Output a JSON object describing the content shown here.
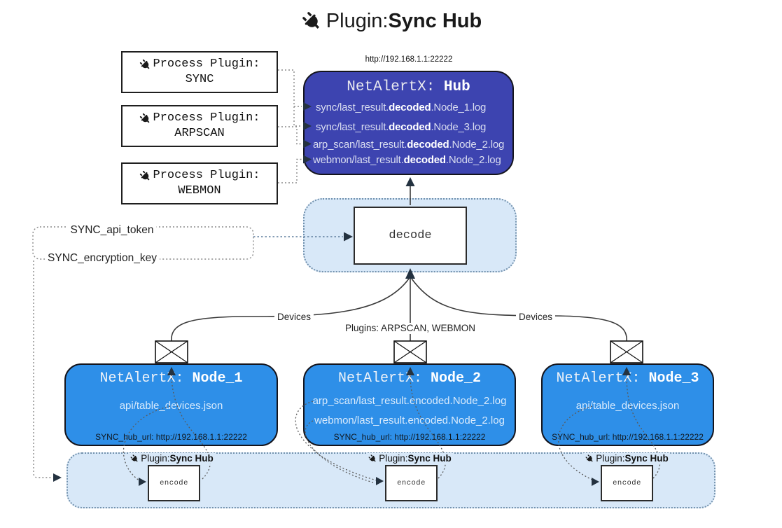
{
  "title": {
    "prefix": "Plugin: ",
    "name": "Sync Hub"
  },
  "process_plugins": {
    "items": [
      {
        "label": "Process Plugin:",
        "name": "SYNC"
      },
      {
        "label": "Process Plugin:",
        "name": "ARPSCAN"
      },
      {
        "label": "Process Plugin:",
        "name": "WEBMON"
      }
    ]
  },
  "hub": {
    "url_label": "http://192.168.1.1:22222",
    "title_prefix": "NetAlertX: ",
    "title_name": "Hub",
    "logs": [
      {
        "pre": "sync/last_result.",
        "bold": "decoded",
        "post": ".Node_1.log"
      },
      {
        "pre": "sync/last_result.",
        "bold": "decoded",
        "post": ".Node_3.log"
      },
      {
        "pre": "arp_scan/last_result.",
        "bold": "decoded",
        "post": ".Node_2.log"
      },
      {
        "pre": "webmon/last_result.",
        "bold": "decoded",
        "post": ".Node_2.log"
      }
    ]
  },
  "decode_panel": {
    "decode_label": "decode"
  },
  "config_labels": {
    "api_token": "SYNC_api_token",
    "encryption_key": "SYNC_encryption_key"
  },
  "edge_labels": {
    "devices_left": "Devices",
    "plugins_center": "Plugins: ARPSCAN, WEBMON",
    "devices_right": "Devices"
  },
  "nodes": [
    {
      "title_prefix": "NetAlertX: ",
      "title_name": "Node_1",
      "files": [
        "api/table_devices.json"
      ],
      "hub_url_label": "SYNC_hub_url: http://192.168.1.1:22222"
    },
    {
      "title_prefix": "NetAlertX: ",
      "title_name": "Node_2",
      "files": [
        "arp_scan/last_result.encoded.Node_2.log",
        "webmon/last_result.encoded.Node_2.log"
      ],
      "hub_url_label": "SYNC_hub_url: http://192.168.1.1:22222"
    },
    {
      "title_prefix": "NetAlertX: ",
      "title_name": "Node_3",
      "files": [
        "api/table_devices.json"
      ],
      "hub_url_label": "SYNC_hub_url: http://192.168.1.1:22222"
    }
  ],
  "encode_band": {
    "groups": [
      {
        "plugin_prefix": "Plugin: ",
        "plugin_name": "Sync Hub",
        "encode_label": "encode"
      },
      {
        "plugin_prefix": "Plugin: ",
        "plugin_name": "Sync Hub",
        "encode_label": "encode"
      },
      {
        "plugin_prefix": "Plugin: ",
        "plugin_name": "Sync Hub",
        "encode_label": "encode"
      }
    ]
  },
  "colors": {
    "hub_fill": "#3d44b0",
    "node_fill": "#2e8fe8",
    "panel_fill": "#d8e8f8",
    "hub_text": "#d9ddf0",
    "node_text": "#ffffff",
    "line": "#3a3a3a",
    "arrow": "#243240"
  }
}
